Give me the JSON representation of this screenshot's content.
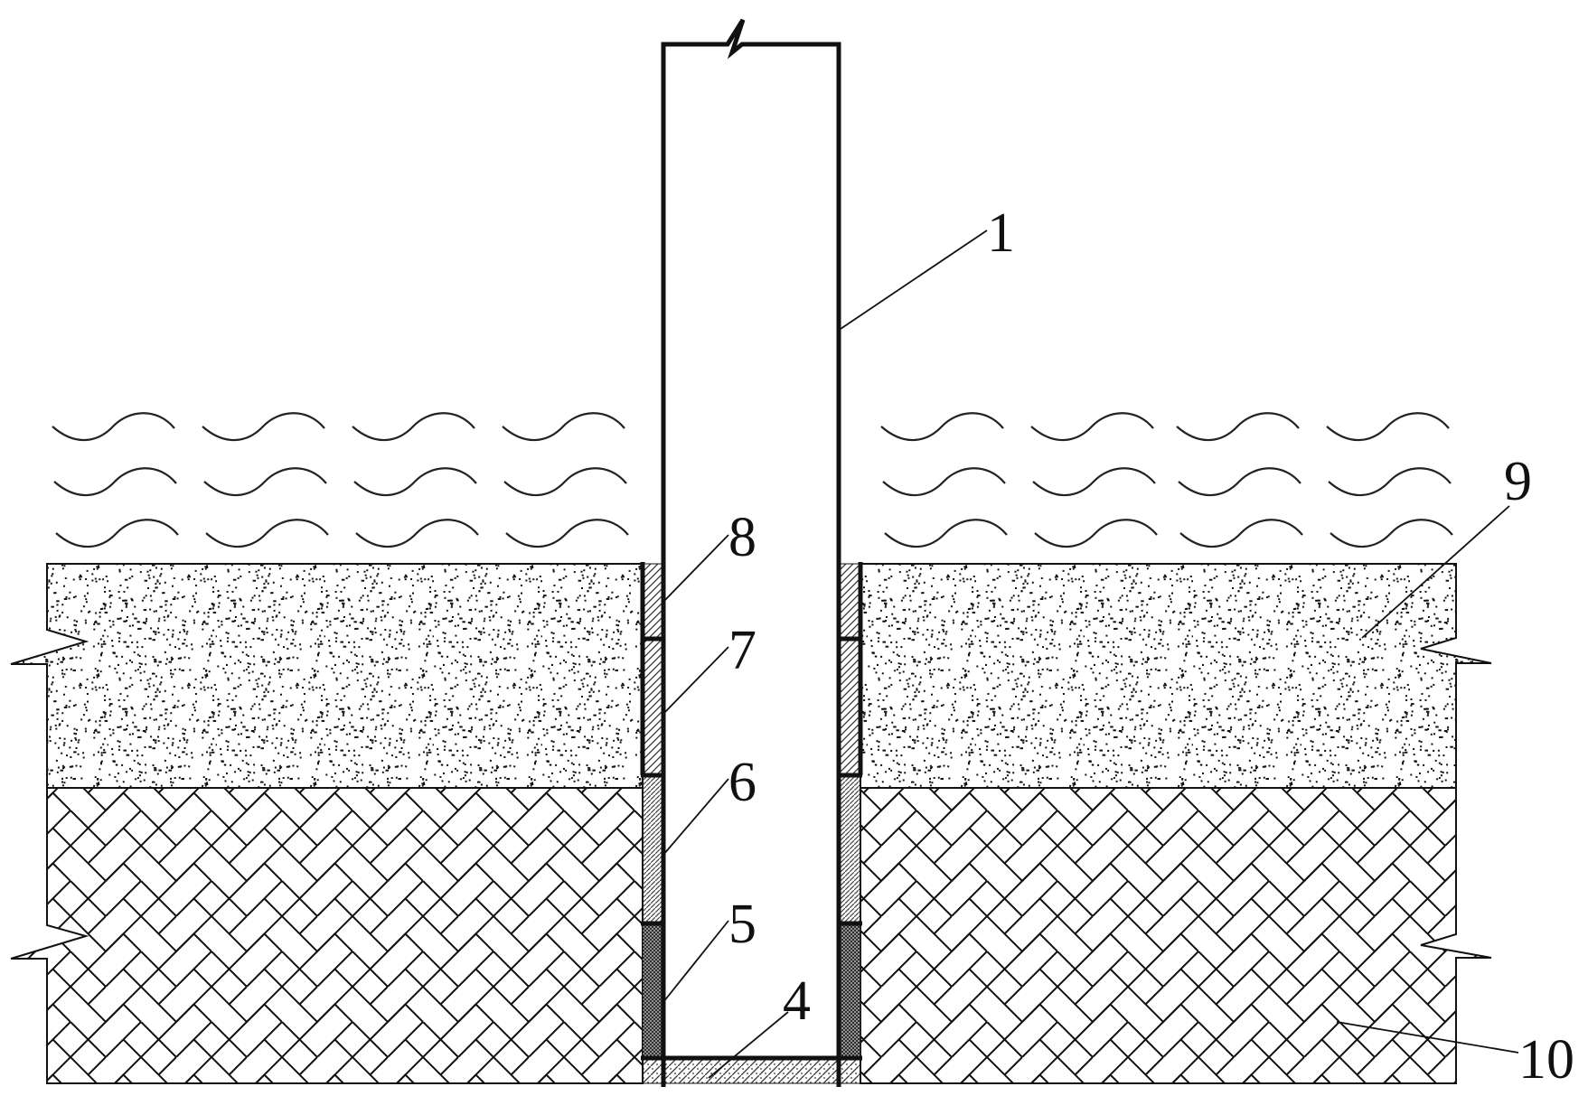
{
  "figure": {
    "labels": {
      "pile": "1",
      "bottom_seal": "4",
      "segment_5": "5",
      "segment_6": "6",
      "segment_7": "7",
      "segment_8": "8",
      "sand_layer": "9",
      "clay_layer": "10"
    },
    "colors": {
      "line": "#111111",
      "background": "#ffffff"
    }
  }
}
